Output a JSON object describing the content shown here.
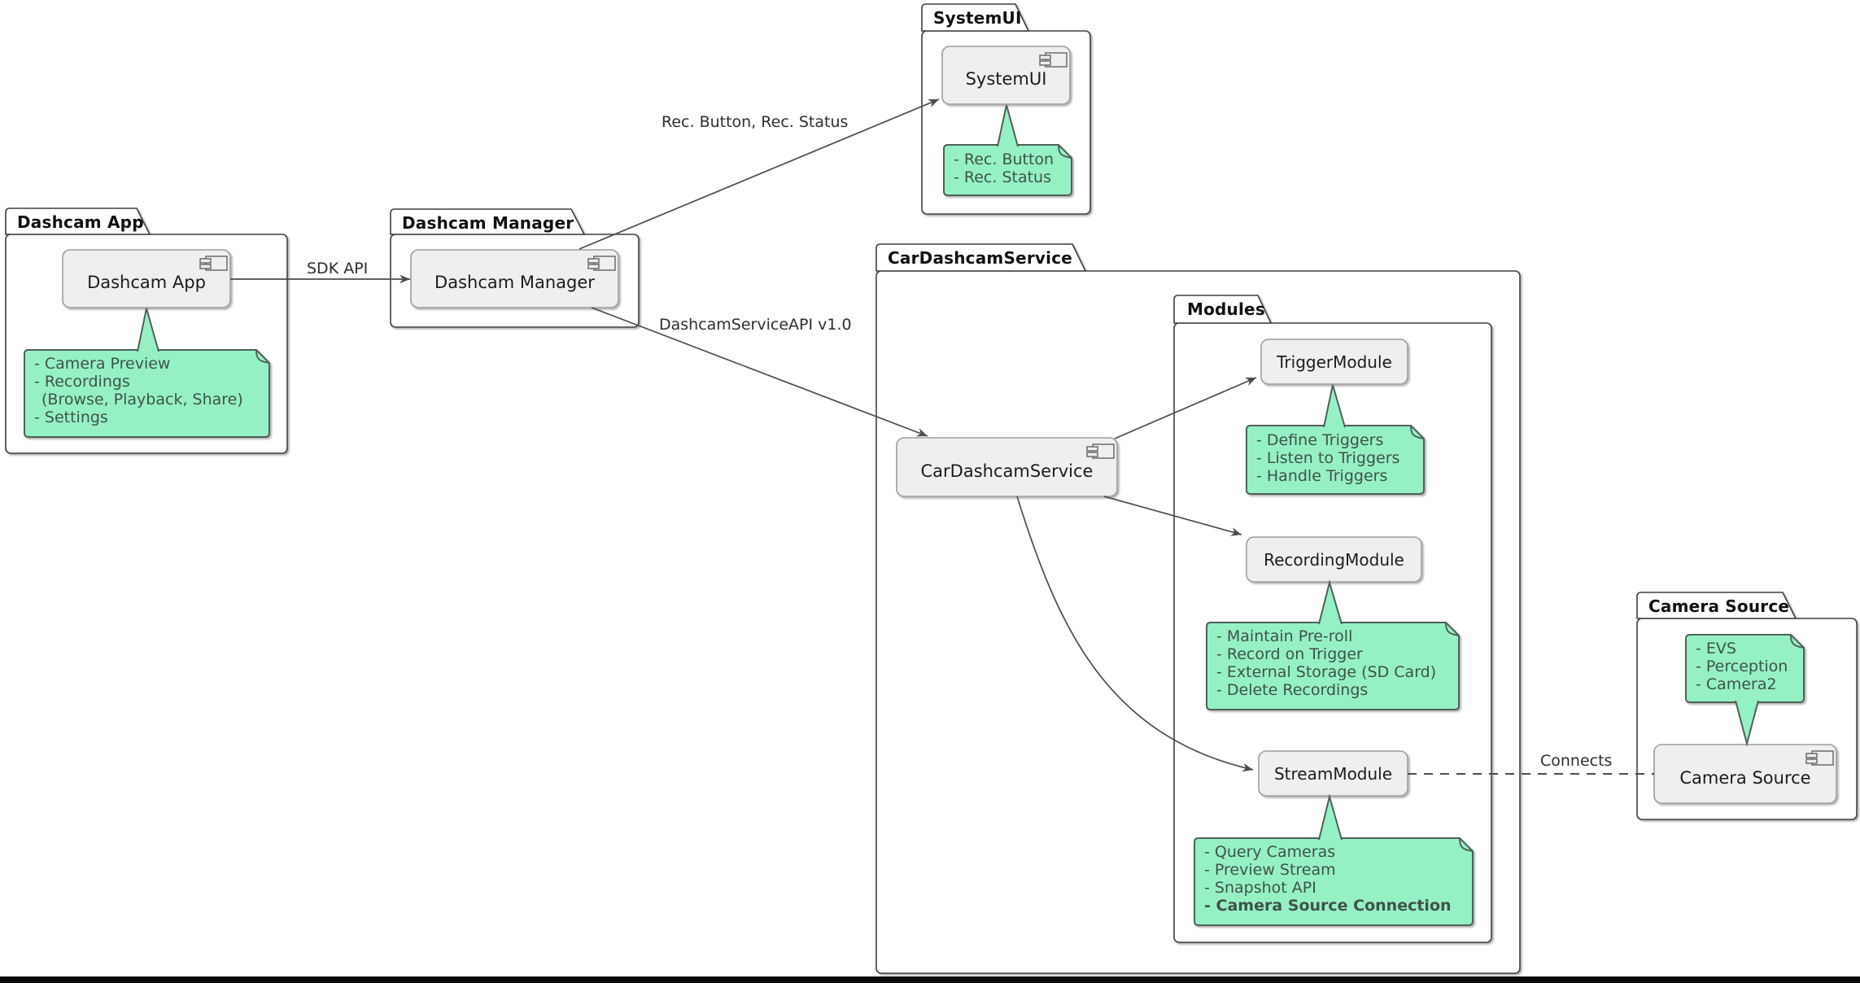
{
  "diagram_type": "uml-component-diagram",
  "packages": {
    "dashcam_app": {
      "title": "Dashcam App"
    },
    "dashcam_manager": {
      "title": "Dashcam Manager"
    },
    "systemui": {
      "title": "SystemUI"
    },
    "car_dashcam_service": {
      "title": "CarDashcamService"
    },
    "modules": {
      "title": "Modules"
    },
    "camera_source": {
      "title": "Camera Source"
    }
  },
  "components": {
    "dashcam_app": {
      "name": "Dashcam App"
    },
    "dashcam_manager": {
      "name": "Dashcam Manager"
    },
    "systemui": {
      "name": "SystemUI"
    },
    "car_dashcam_service": {
      "name": "CarDashcamService"
    },
    "trigger_module": {
      "name": "TriggerModule"
    },
    "recording_module": {
      "name": "RecordingModule"
    },
    "stream_module": {
      "name": "StreamModule"
    },
    "camera_source": {
      "name": "Camera Source"
    }
  },
  "notes": {
    "dashcam_app": {
      "lines": [
        "- Camera Preview",
        "- Recordings",
        "(Browse, Playback, Share)",
        "- Settings"
      ]
    },
    "systemui": {
      "lines": [
        "- Rec. Button",
        "- Rec. Status"
      ]
    },
    "trigger_module": {
      "lines": [
        "- Define Triggers",
        "- Listen to Triggers",
        "- Handle Triggers"
      ]
    },
    "recording_module": {
      "lines": [
        "- Maintain Pre-roll",
        "- Record on Trigger",
        "- External Storage (SD Card)",
        "- Delete Recordings"
      ]
    },
    "stream_module": {
      "lines": [
        "- Query Cameras",
        "- Preview Stream",
        "- Snapshot API",
        "- Camera Source Connection"
      ]
    },
    "camera_source": {
      "lines": [
        "- EVS",
        "- Perception",
        "- Camera2"
      ]
    }
  },
  "edges": {
    "sdk_api": {
      "label": "SDK API",
      "style": "solid-arrow"
    },
    "rec_button_status": {
      "label": "Rec. Button, Rec. Status",
      "style": "solid-arrow"
    },
    "dashcam_service_api": {
      "label": "DashcamServiceAPI v1.0",
      "style": "solid-arrow"
    },
    "to_trigger_module": {
      "label": "",
      "style": "solid-arrow"
    },
    "to_recording_module": {
      "label": "",
      "style": "solid-arrow"
    },
    "to_stream_module": {
      "label": "",
      "style": "solid-arrow-curved"
    },
    "connects": {
      "label": "Connects",
      "style": "dashed"
    }
  },
  "colors": {
    "note_fill": "#95F1C4",
    "note_border": "#50605A",
    "note_text": "#405249",
    "component_fill": "#EFEFEF",
    "component_border": "#9E9E9E",
    "package_border": "#3F3F3F",
    "edge_color": "#4D4D4D"
  }
}
